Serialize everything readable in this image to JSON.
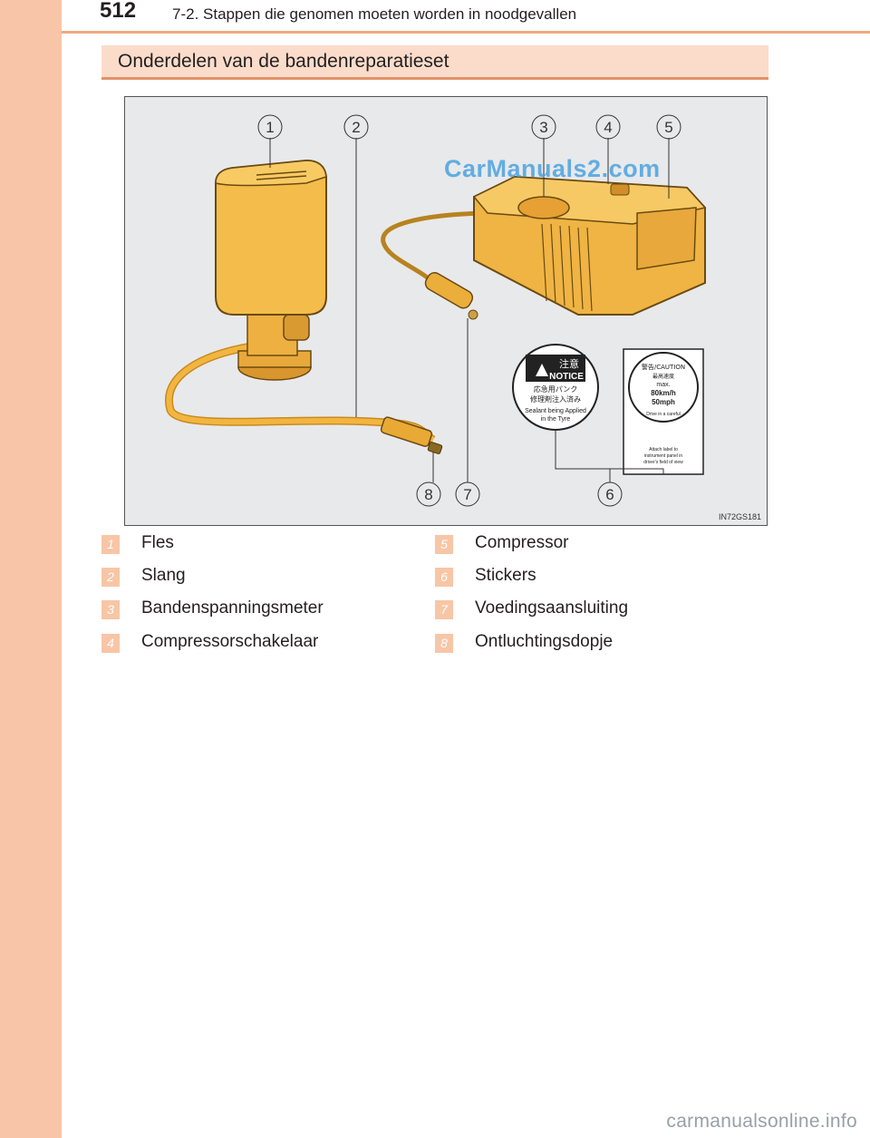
{
  "header": {
    "page_number": "512",
    "title": "7-2. Stappen die genomen moeten worden in noodgevallen"
  },
  "section": {
    "title": "Onderdelen van de bandenreparatieset"
  },
  "figure": {
    "watermark": "CarManuals2.com",
    "image_code": "IN72GS181",
    "callouts": [
      "1",
      "2",
      "3",
      "4",
      "5",
      "6",
      "7",
      "8"
    ],
    "sticker_left": {
      "title_jp": "注意",
      "title_en": "NOTICE",
      "line1": "応急用パンク",
      "line2": "修理剤注入済み",
      "line3": "Sealant being Applied",
      "line4": "in the Tyre"
    },
    "sticker_right": {
      "header": "警告/CAUTION",
      "line1": "最高速度",
      "line2": "max.",
      "line3": "80km/h",
      "line4": "50mph",
      "arc": "Drive in a careful",
      "note1": "Attach label to",
      "note2": "instrument panel in",
      "note3": "driver's field of view"
    }
  },
  "legend": {
    "items": [
      {
        "num": "1",
        "label": "Fles"
      },
      {
        "num": "2",
        "label": "Slang"
      },
      {
        "num": "3",
        "label": "Bandenspanningsmeter"
      },
      {
        "num": "4",
        "label": "Compressorschakelaar"
      },
      {
        "num": "5",
        "label": "Compressor"
      },
      {
        "num": "6",
        "label": "Stickers"
      },
      {
        "num": "7",
        "label": "Voedingsaansluiting"
      },
      {
        "num": "8",
        "label": "Ontluchtingsdopje"
      }
    ]
  },
  "footer": {
    "watermark": "carmanualsonline.info"
  },
  "colors": {
    "side_strip": "#f8c5a8",
    "accent": "#e2936a",
    "badge": "#f7c6a6",
    "part_yellow": "#f0b43c"
  }
}
